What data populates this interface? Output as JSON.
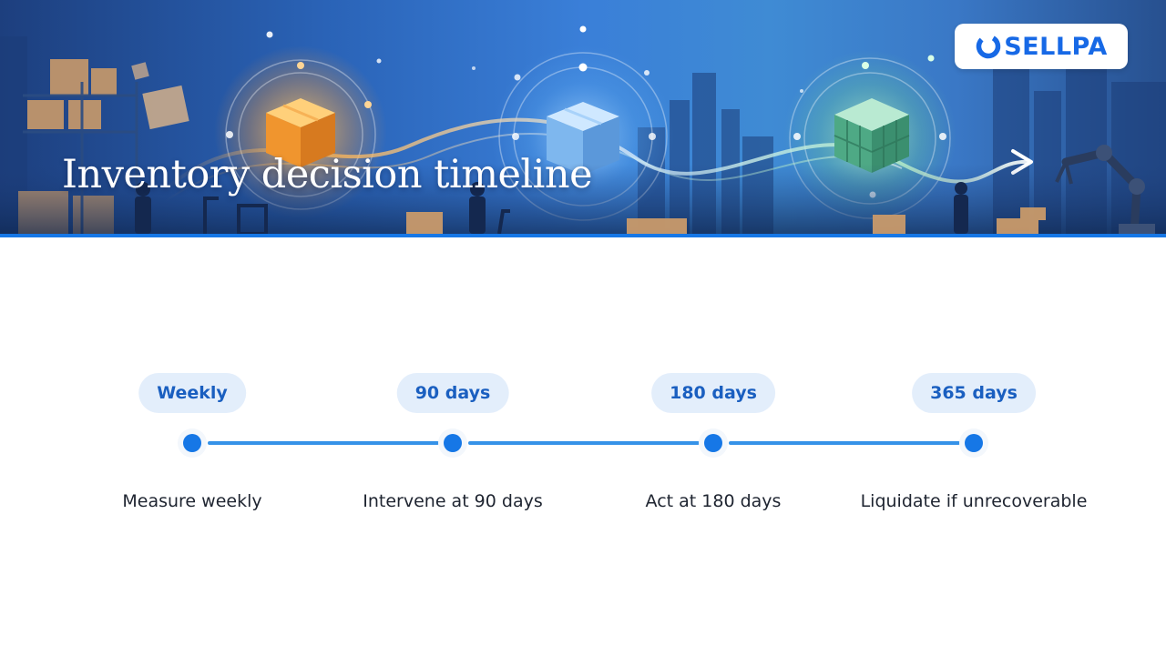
{
  "banner": {
    "title": "Inventory decision timeline"
  },
  "logo": {
    "text": "SELLPA",
    "color": "#1769e6"
  },
  "timeline": {
    "accent_color": "#1677e6",
    "line_color": "#3592e8",
    "badge_background": "#e3eefb",
    "stages": [
      {
        "badge": "Weekly",
        "label": "Measure weekly"
      },
      {
        "badge": "90 days",
        "label": "Intervene at 90 days"
      },
      {
        "badge": "180 days",
        "label": "Act at 180 days"
      },
      {
        "badge": "365 days",
        "label": "Liquidate if unrecoverable"
      }
    ]
  }
}
